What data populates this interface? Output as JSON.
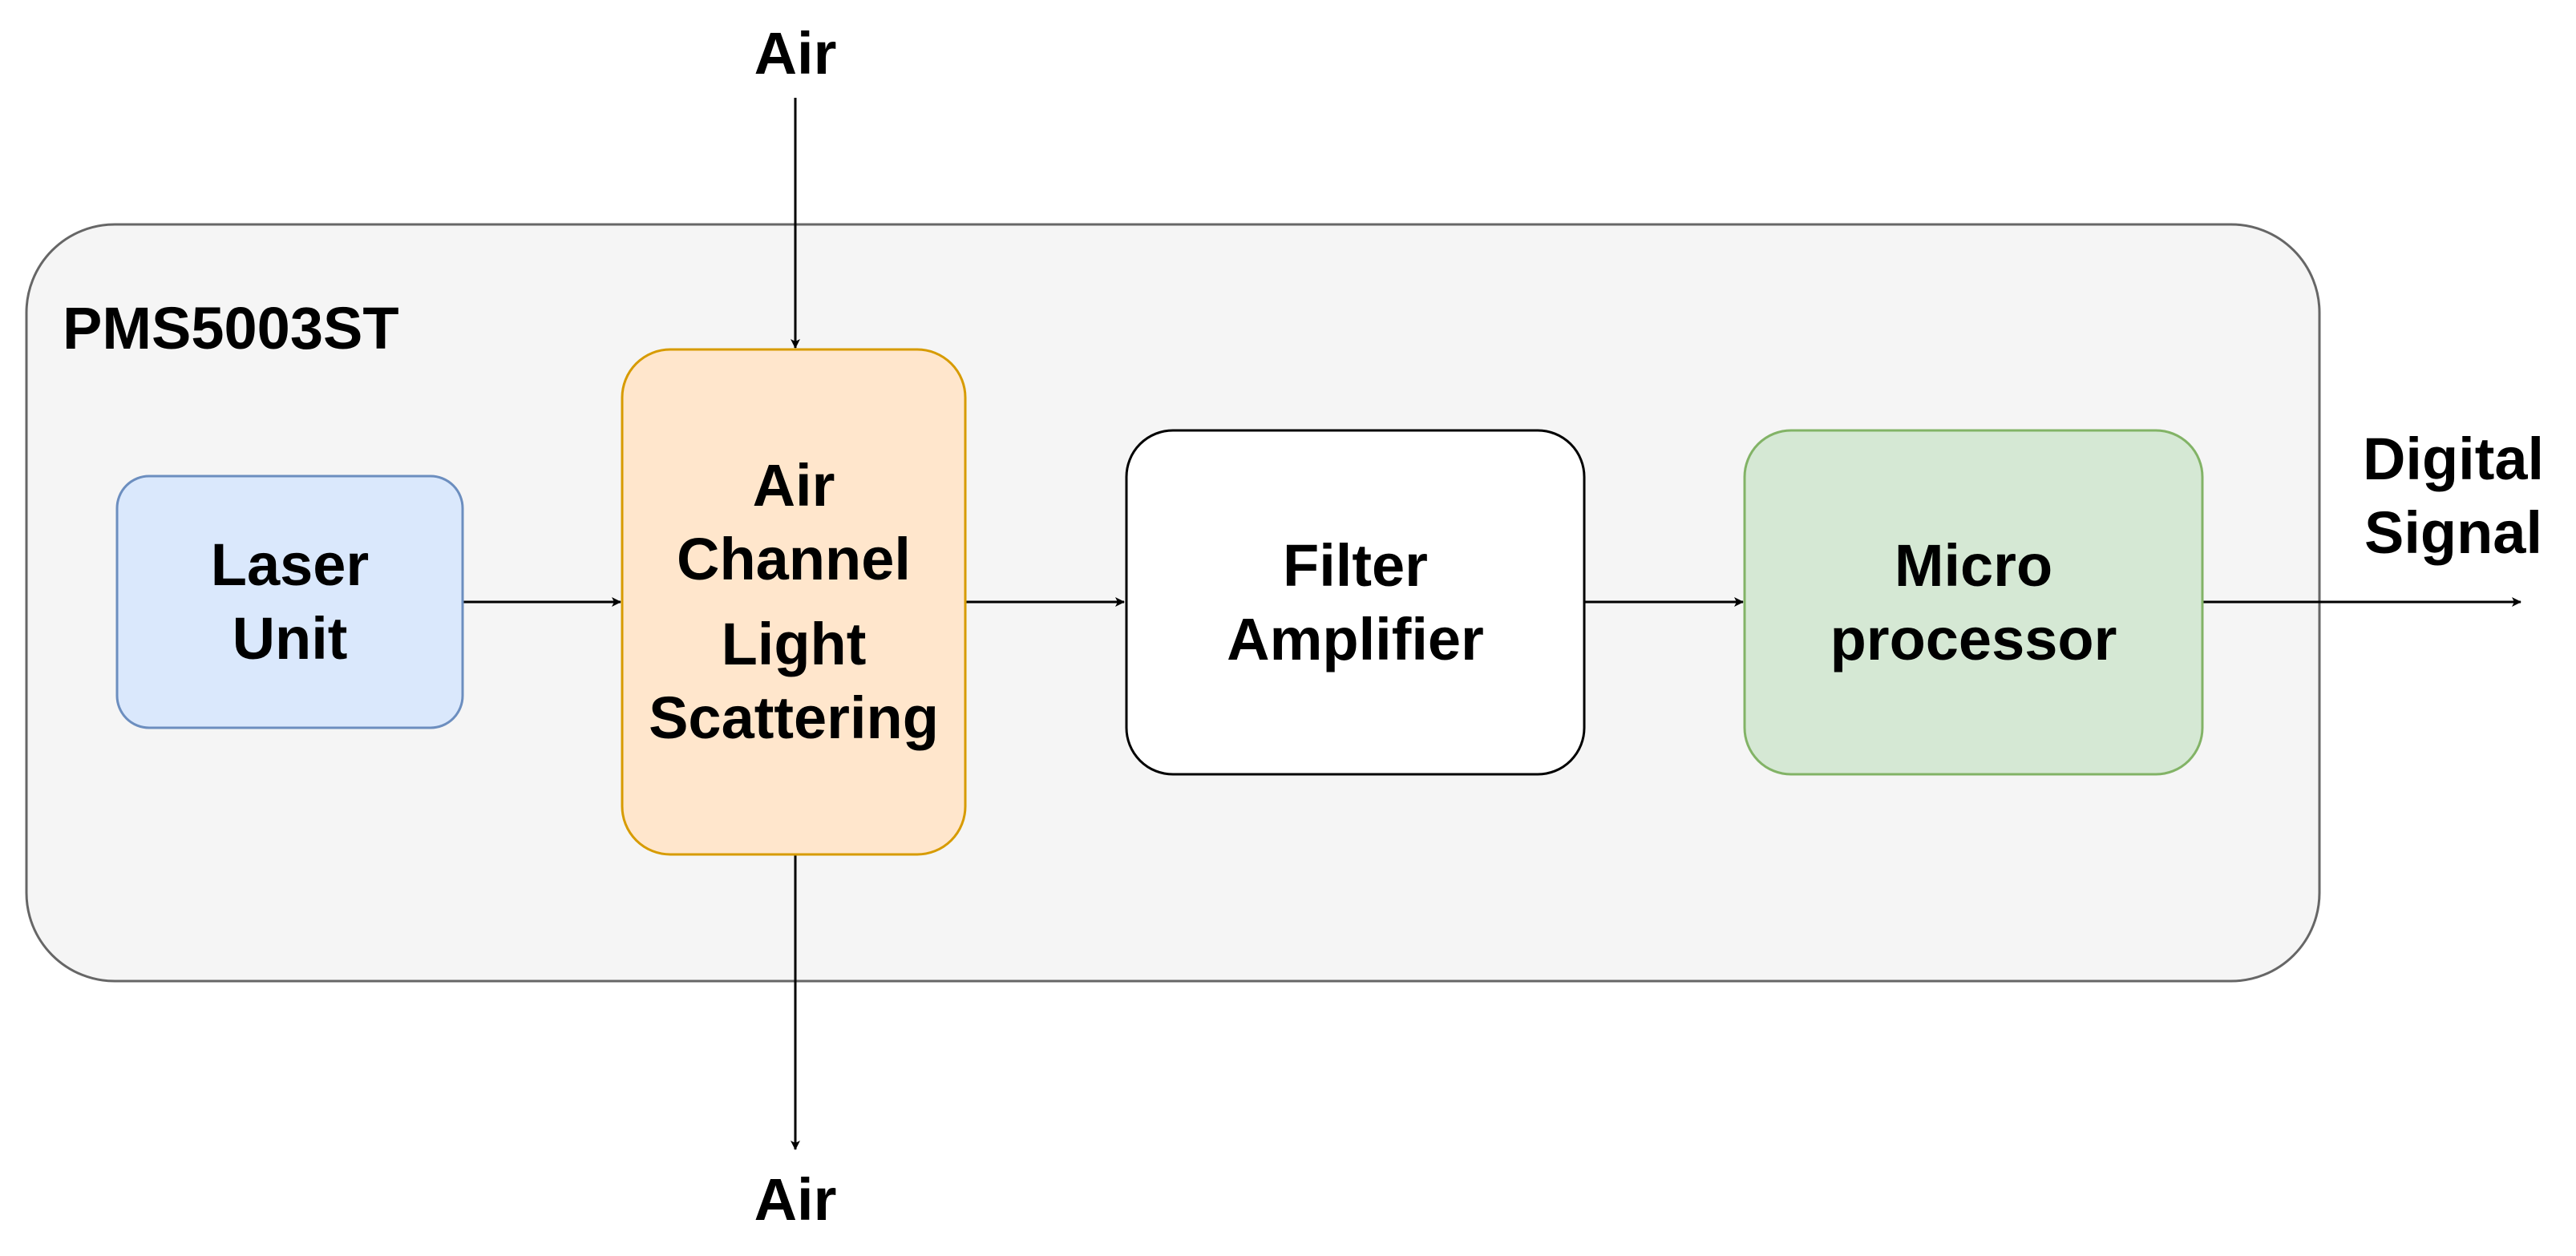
{
  "container": {
    "title": "PMS5003ST",
    "fill": "#f5f5f5",
    "stroke": "#666666"
  },
  "inputs": {
    "air_top": "Air",
    "air_bottom": "Air"
  },
  "output": {
    "line1": "Digital",
    "line2": "Signal"
  },
  "blocks": {
    "laser": {
      "line1": "Laser",
      "line2": "Unit",
      "fill": "#dae8fc",
      "stroke": "#6c8ebf"
    },
    "air_channel": {
      "line1": "Air",
      "line2": "Channel",
      "line3": "Light",
      "line4": "Scattering",
      "fill": "#ffe6cc",
      "stroke": "#d79b00"
    },
    "filter": {
      "line1": "Filter",
      "line2": "Amplifier",
      "fill": "#ffffff",
      "stroke": "#000000"
    },
    "micro": {
      "line1": "Micro",
      "line2": "processor",
      "fill": "#d5e8d4",
      "stroke": "#82b366"
    }
  }
}
